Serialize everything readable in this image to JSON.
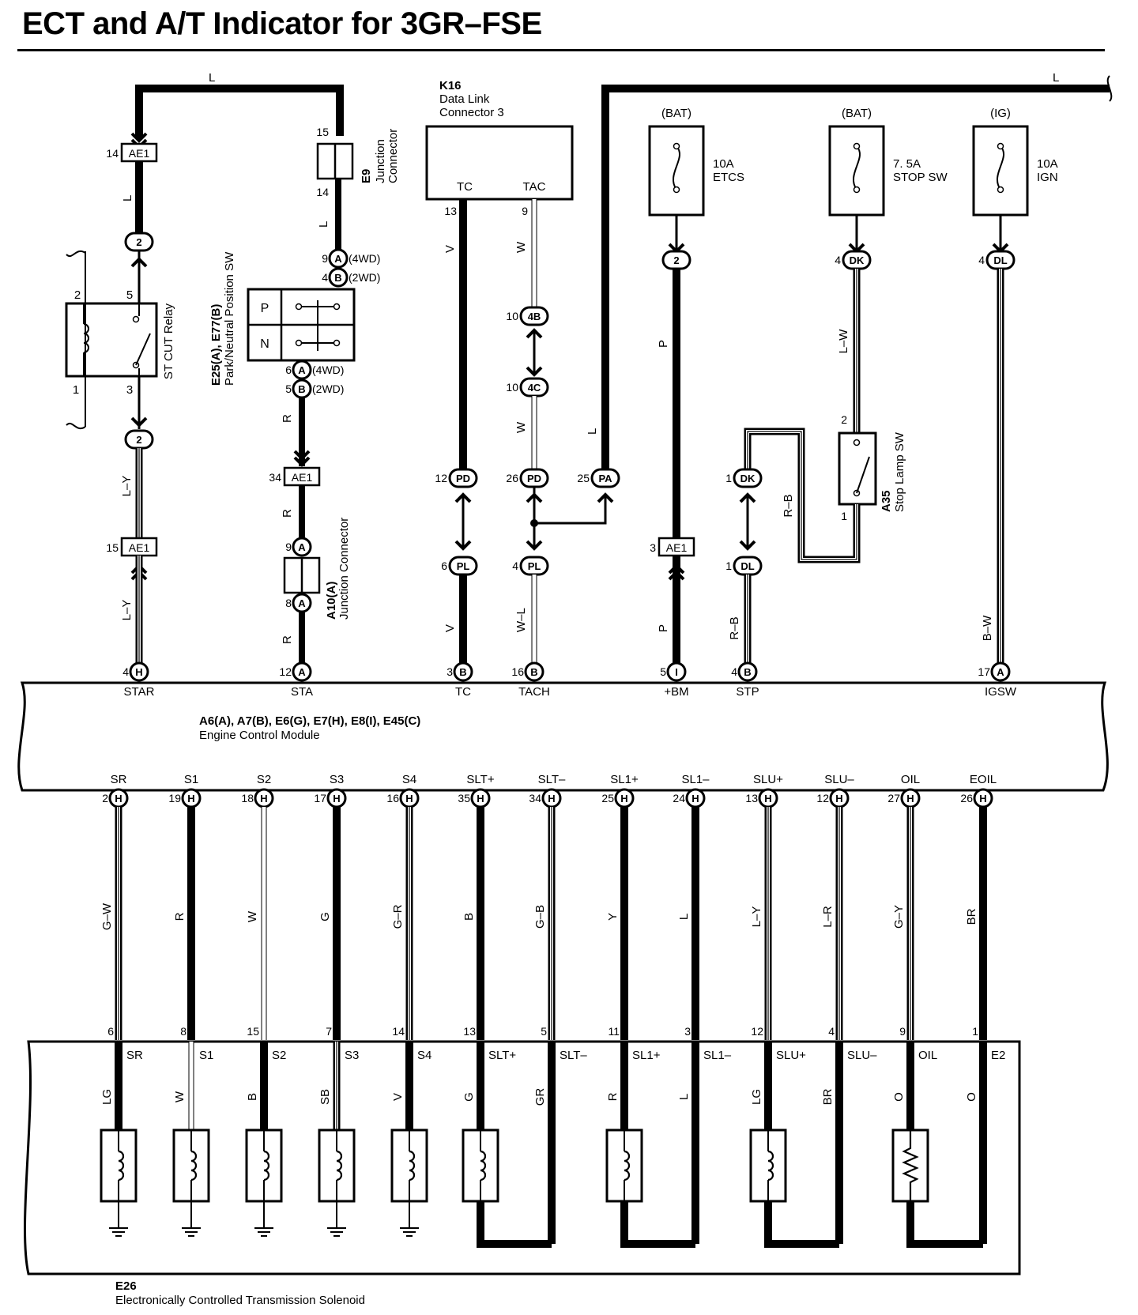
{
  "title": "ECT and A/T Indicator for 3GR–FSE",
  "top": {
    "star_col": {
      "wire_L": "L",
      "conn_top": {
        "pin": "14",
        "label": "AE1"
      },
      "wire_1": "L",
      "relay_top_pin": "2",
      "relay": {
        "name": "ST CUT Relay",
        "pins": {
          "p2": "2",
          "p5": "5",
          "p1": "1",
          "p3": "3"
        }
      },
      "relay_bot_pin": "2",
      "wire_2": "L–Y",
      "conn_mid": {
        "pin": "15",
        "label": "AE1"
      },
      "wire_3": "L–Y",
      "ecm_pin": {
        "num": "4",
        "conn": "H",
        "name": "STAR"
      }
    },
    "sta_col": {
      "junction": {
        "name": "Junction",
        "name2": "Connector",
        "id": "E9",
        "pin_top": "15",
        "pin_bot": "14"
      },
      "wire_1": "L",
      "pin_a1": {
        "num": "9",
        "conn": "A",
        "note": "(4WD)"
      },
      "pin_b1": {
        "num": "4",
        "conn": "B",
        "note": "(2WD)"
      },
      "pn_sw": {
        "id": "E25(A), E77(B)",
        "name": "Park/Neutral Position SW",
        "row1": "P",
        "row2": "N"
      },
      "pin_a2": {
        "num": "6",
        "conn": "A",
        "note": "(4WD)"
      },
      "pin_b2": {
        "num": "5",
        "conn": "B",
        "note": "(2WD)"
      },
      "wire_2": "R",
      "conn_ae1": {
        "pin": "34",
        "label": "AE1"
      },
      "wire_3": "R",
      "junction2": {
        "id": "A10(A)",
        "name": "Junction Connector",
        "pin_top": "9",
        "pin_bot": "8",
        "conn": "A"
      },
      "wire_4": "R",
      "ecm_pin": {
        "num": "12",
        "conn": "A",
        "name": "STA"
      }
    },
    "dlc": {
      "id": "K16",
      "name1": "Data Link",
      "name2": "Connector 3",
      "tc": "TC",
      "tac": "TAC",
      "pin_tc": "13",
      "pin_tac": "9"
    },
    "tc_col": {
      "wire_1": "V",
      "pd": {
        "num": "12",
        "conn": "PD"
      },
      "pl": {
        "num": "6",
        "conn": "PL"
      },
      "wire_2": "V",
      "ecm_pin": {
        "num": "3",
        "conn": "B",
        "name": "TC"
      }
    },
    "tach_col": {
      "wire_1": "W",
      "c4b": {
        "num": "10",
        "conn": "4B"
      },
      "c4c": {
        "num": "10",
        "conn": "4C"
      },
      "wire_2": "W",
      "pd": {
        "num": "26",
        "conn": "PD"
      },
      "pl": {
        "num": "4",
        "conn": "PL"
      },
      "wire_3": "W–L",
      "ecm_pin": {
        "num": "16",
        "conn": "B",
        "name": "TACH"
      }
    },
    "l_col": {
      "wire_top": "L",
      "wire": "L",
      "pa": {
        "num": "25",
        "conn": "PA"
      }
    },
    "bm_col": {
      "src": "(BAT)",
      "fuse_amp": "10A",
      "fuse_name": "ETCS",
      "pin": "2",
      "wire_1": "P",
      "conn": {
        "pin": "3",
        "label": "AE1"
      },
      "wire_2": "P",
      "ecm_pin": {
        "num": "5",
        "conn": "I",
        "name": "+BM"
      }
    },
    "stp_col": {
      "src": "(BAT)",
      "fuse_amp": "7. 5A",
      "fuse_name": "STOP SW",
      "dk_top": {
        "num": "4",
        "conn": "DK"
      },
      "wire_1": "L–W",
      "stop_sw": {
        "id": "A35",
        "name": "Stop Lamp SW",
        "pin2": "2",
        "pin1": "1"
      },
      "wire_rb": "R–B",
      "dk": {
        "num": "1",
        "conn": "DK"
      },
      "dl": {
        "num": "1",
        "conn": "DL"
      },
      "wire_2": "R–B",
      "ecm_pin": {
        "num": "4",
        "conn": "B",
        "name": "STP"
      }
    },
    "igsw_col": {
      "src": "(IG)",
      "fuse_amp": "10A",
      "fuse_name": "IGN",
      "dl": {
        "num": "4",
        "conn": "DL"
      },
      "wire": "B–W",
      "ecm_pin": {
        "num": "17",
        "conn": "A",
        "name": "IGSW"
      }
    }
  },
  "ecm": {
    "id": "A6(A), A7(B), E6(G), E7(H), E8(I), E45(C)",
    "name": "Engine Control Module"
  },
  "bottom_columns": [
    {
      "name": "SR",
      "ecm_pin": "2",
      "conn": "H",
      "wire": "G–W",
      "sol_pin": "6",
      "sol_name": "SR",
      "sol_wire": "LG"
    },
    {
      "name": "S1",
      "ecm_pin": "19",
      "conn": "H",
      "wire": "R",
      "sol_pin": "8",
      "sol_name": "S1",
      "sol_wire": "W"
    },
    {
      "name": "S2",
      "ecm_pin": "18",
      "conn": "H",
      "wire": "W",
      "sol_pin": "15",
      "sol_name": "S2",
      "sol_wire": "B"
    },
    {
      "name": "S3",
      "ecm_pin": "17",
      "conn": "H",
      "wire": "G",
      "sol_pin": "7",
      "sol_name": "S3",
      "sol_wire": "SB"
    },
    {
      "name": "S4",
      "ecm_pin": "16",
      "conn": "H",
      "wire": "G–R",
      "sol_pin": "14",
      "sol_name": "S4",
      "sol_wire": "V"
    },
    {
      "name": "SLT+",
      "ecm_pin": "35",
      "conn": "H",
      "wire": "B",
      "sol_pin": "13",
      "sol_name": "SLT+",
      "sol_wire": "G"
    },
    {
      "name": "SLT–",
      "ecm_pin": "34",
      "conn": "H",
      "wire": "G–B",
      "sol_pin": "5",
      "sol_name": "SLT–",
      "sol_wire": "GR"
    },
    {
      "name": "SL1+",
      "ecm_pin": "25",
      "conn": "H",
      "wire": "Y",
      "sol_pin": "11",
      "sol_name": "SL1+",
      "sol_wire": "R"
    },
    {
      "name": "SL1–",
      "ecm_pin": "24",
      "conn": "H",
      "wire": "L",
      "sol_pin": "3",
      "sol_name": "SL1–",
      "sol_wire": "L"
    },
    {
      "name": "SLU+",
      "ecm_pin": "13",
      "conn": "H",
      "wire": "L–Y",
      "sol_pin": "12",
      "sol_name": "SLU+",
      "sol_wire": "LG"
    },
    {
      "name": "SLU–",
      "ecm_pin": "12",
      "conn": "H",
      "wire": "L–R",
      "sol_pin": "4",
      "sol_name": "SLU–",
      "sol_wire": "BR"
    },
    {
      "name": "OIL",
      "ecm_pin": "27",
      "conn": "H",
      "wire": "G–Y",
      "sol_pin": "9",
      "sol_name": "OIL",
      "sol_wire": "O"
    },
    {
      "name": "EOIL",
      "ecm_pin": "26",
      "conn": "H",
      "wire": "BR",
      "sol_pin": "1",
      "sol_name": "E2",
      "sol_wire": "O"
    }
  ],
  "solenoid_block": {
    "id": "E26",
    "name": "Electronically Controlled Transmission Solenoid"
  }
}
